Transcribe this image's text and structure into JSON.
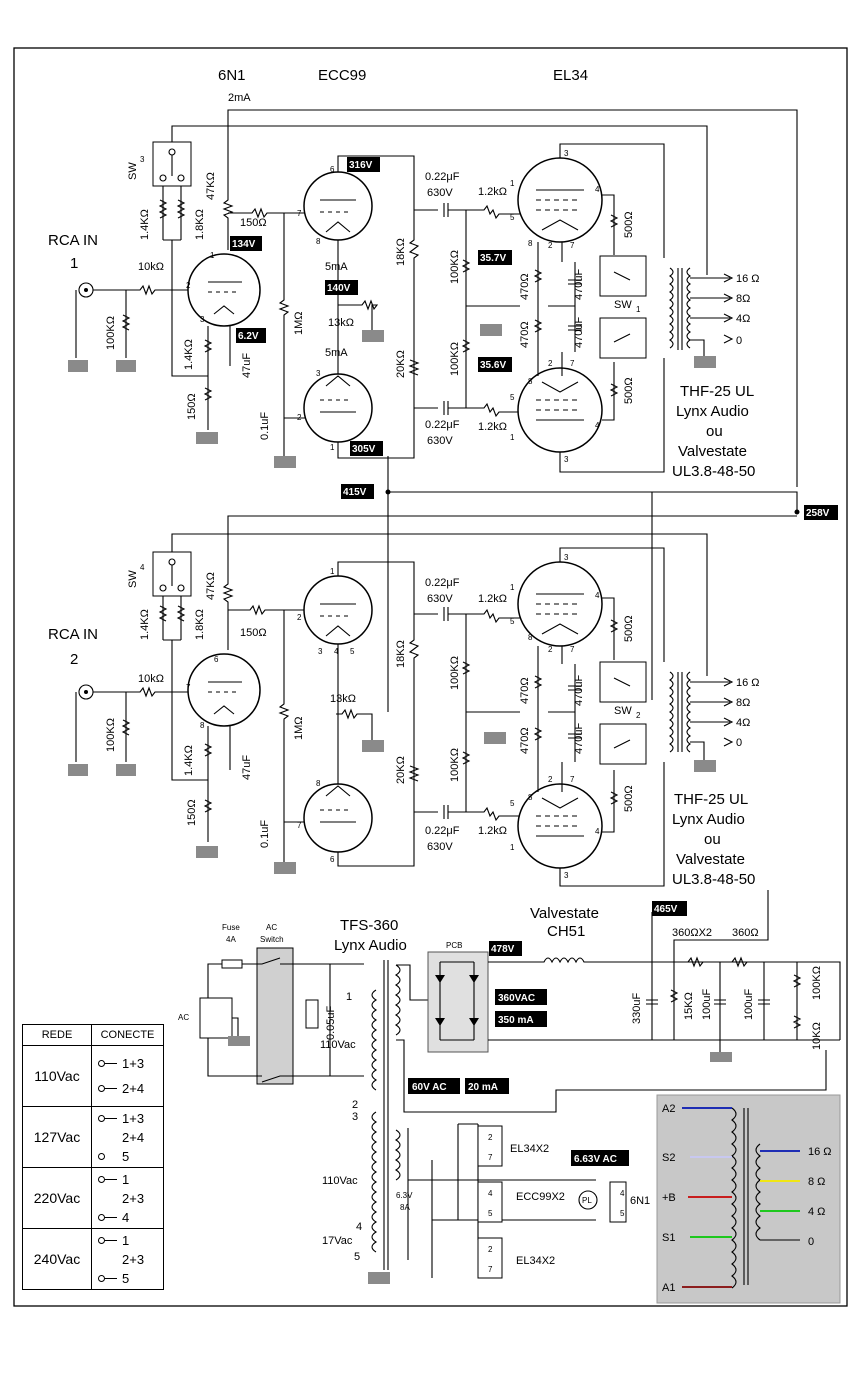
{
  "tubes": {
    "input": "6N1",
    "driver": "ECC99",
    "output": "EL34"
  },
  "currents": {
    "input_stage": "2mA",
    "driver_upper": "5mA",
    "driver_lower": "5mA"
  },
  "inputs": {
    "ch1_label": "RCA IN",
    "ch1_num": "1",
    "ch2_label": "RCA IN",
    "ch2_num": "2"
  },
  "switches": {
    "sw3": "SW",
    "sw3_sub": "3",
    "sw4": "SW",
    "sw4_sub": "4",
    "sw1": "SW",
    "sw1_sub": "1",
    "sw2": "SW",
    "sw2_sub": "2"
  },
  "voltages": {
    "v316": "316V",
    "v134": "134V",
    "v140": "140V",
    "v6_2": "6.2V",
    "v305": "305V",
    "v35_7": "35.7V",
    "v35_6": "35.6V",
    "v415": "415V",
    "v258": "258V",
    "v465": "465V",
    "v478": "478V",
    "v360ac": "360VAC",
    "i350": "350 mA",
    "v60ac": "60V AC",
    "i20": "20 mA",
    "v6_63": "6.63V AC"
  },
  "parts": {
    "r47k": "47KΩ",
    "r150": "150Ω",
    "r1k4": "1.4KΩ",
    "r1k8": "1.8KΩ",
    "r10k": "10kΩ",
    "r100k": "100KΩ",
    "r150b": "150Ω",
    "c47": "47uF",
    "r1m": "1MΩ",
    "c01": "0.1uF",
    "r13k": "13kΩ",
    "r18k": "18KΩ",
    "r20k": "20KΩ",
    "c022a": "0.22μF",
    "v630a": "630V",
    "c022b": "0.22μF",
    "v630b": "630V",
    "r100kb": "100KΩ",
    "r100kc": "100KΩ",
    "r1k2a": "1.2kΩ",
    "r1k2b": "1.2kΩ",
    "r470a": "470Ω",
    "r470b": "470Ω",
    "c470a": "470uF",
    "c470b": "470uF",
    "r500a": "500Ω",
    "r500b": "500Ω"
  },
  "taps": {
    "t16": "16 Ω",
    "t8": "8Ω",
    "t4": "4Ω",
    "t0": "0"
  },
  "output_transformer": {
    "line1": "THF-25 UL",
    "line2": "Lynx Audio",
    "line3": "ou",
    "line4": "Valvestate",
    "line5": "UL3.8-48-50"
  },
  "power": {
    "fuse": "Fuse",
    "fuse_val": "4A",
    "ac_switch1": "AC",
    "ac_switch2": "Switch",
    "ac": "AC",
    "cap005": "0.05uF",
    "ptx1": "TFS-360",
    "ptx2": "Lynx Audio",
    "pcb": "PCB",
    "choke1": "Valvestate",
    "choke2": "CH51",
    "r360x2": "360ΩX2",
    "r360": "360Ω",
    "c330": "330uF",
    "r15k": "15KΩ",
    "c100a": "100uF",
    "c100b": "100uF",
    "r100k": "100KΩ",
    "r10k": "10KΩ",
    "p110": "110Vac",
    "p1": "1",
    "p2": "2",
    "p3": "3",
    "p4": "4",
    "p5": "5",
    "s110": "110Vac",
    "s17": "17Vac",
    "h63": "6.3V",
    "h8a": "8A",
    "el34x2a": "EL34X2",
    "ecc99x2": "ECC99X2",
    "el34x2b": "EL34X2",
    "pl": "PL",
    "n6n1": "6N1"
  },
  "mains_table": {
    "headers": [
      "REDE",
      "CONECTE"
    ],
    "rows": [
      {
        "voltage": "110Vac",
        "options": [
          "1+3",
          "2+4"
        ]
      },
      {
        "voltage": "127Vac",
        "options": [
          "1+3",
          "2+4",
          "5"
        ]
      },
      {
        "voltage": "220Vac",
        "options": [
          "1",
          "2+3",
          "4"
        ]
      },
      {
        "voltage": "240Vac",
        "options": [
          "1",
          "2+3",
          "5"
        ]
      }
    ]
  },
  "inset": {
    "left": [
      "A2",
      "S2",
      "+B",
      "S1",
      "A1"
    ],
    "right": [
      "16 Ω",
      "8 Ω",
      "4 Ω",
      "0"
    ],
    "colors": {
      "a2": "#1e2db4",
      "s2": "#c8c8f0",
      "b": "#c81e1e",
      "s1": "#1ec81e",
      "a1": "#8c1e1e",
      "t16": "#1e2db4",
      "t8": "#f0e614",
      "t4": "#1ec81e"
    }
  },
  "colors": {
    "badge": "#000000",
    "ground": "#8a8a8a",
    "inset_bg": "#c8c8c8",
    "pcb_bg": "#e0e0e0"
  }
}
